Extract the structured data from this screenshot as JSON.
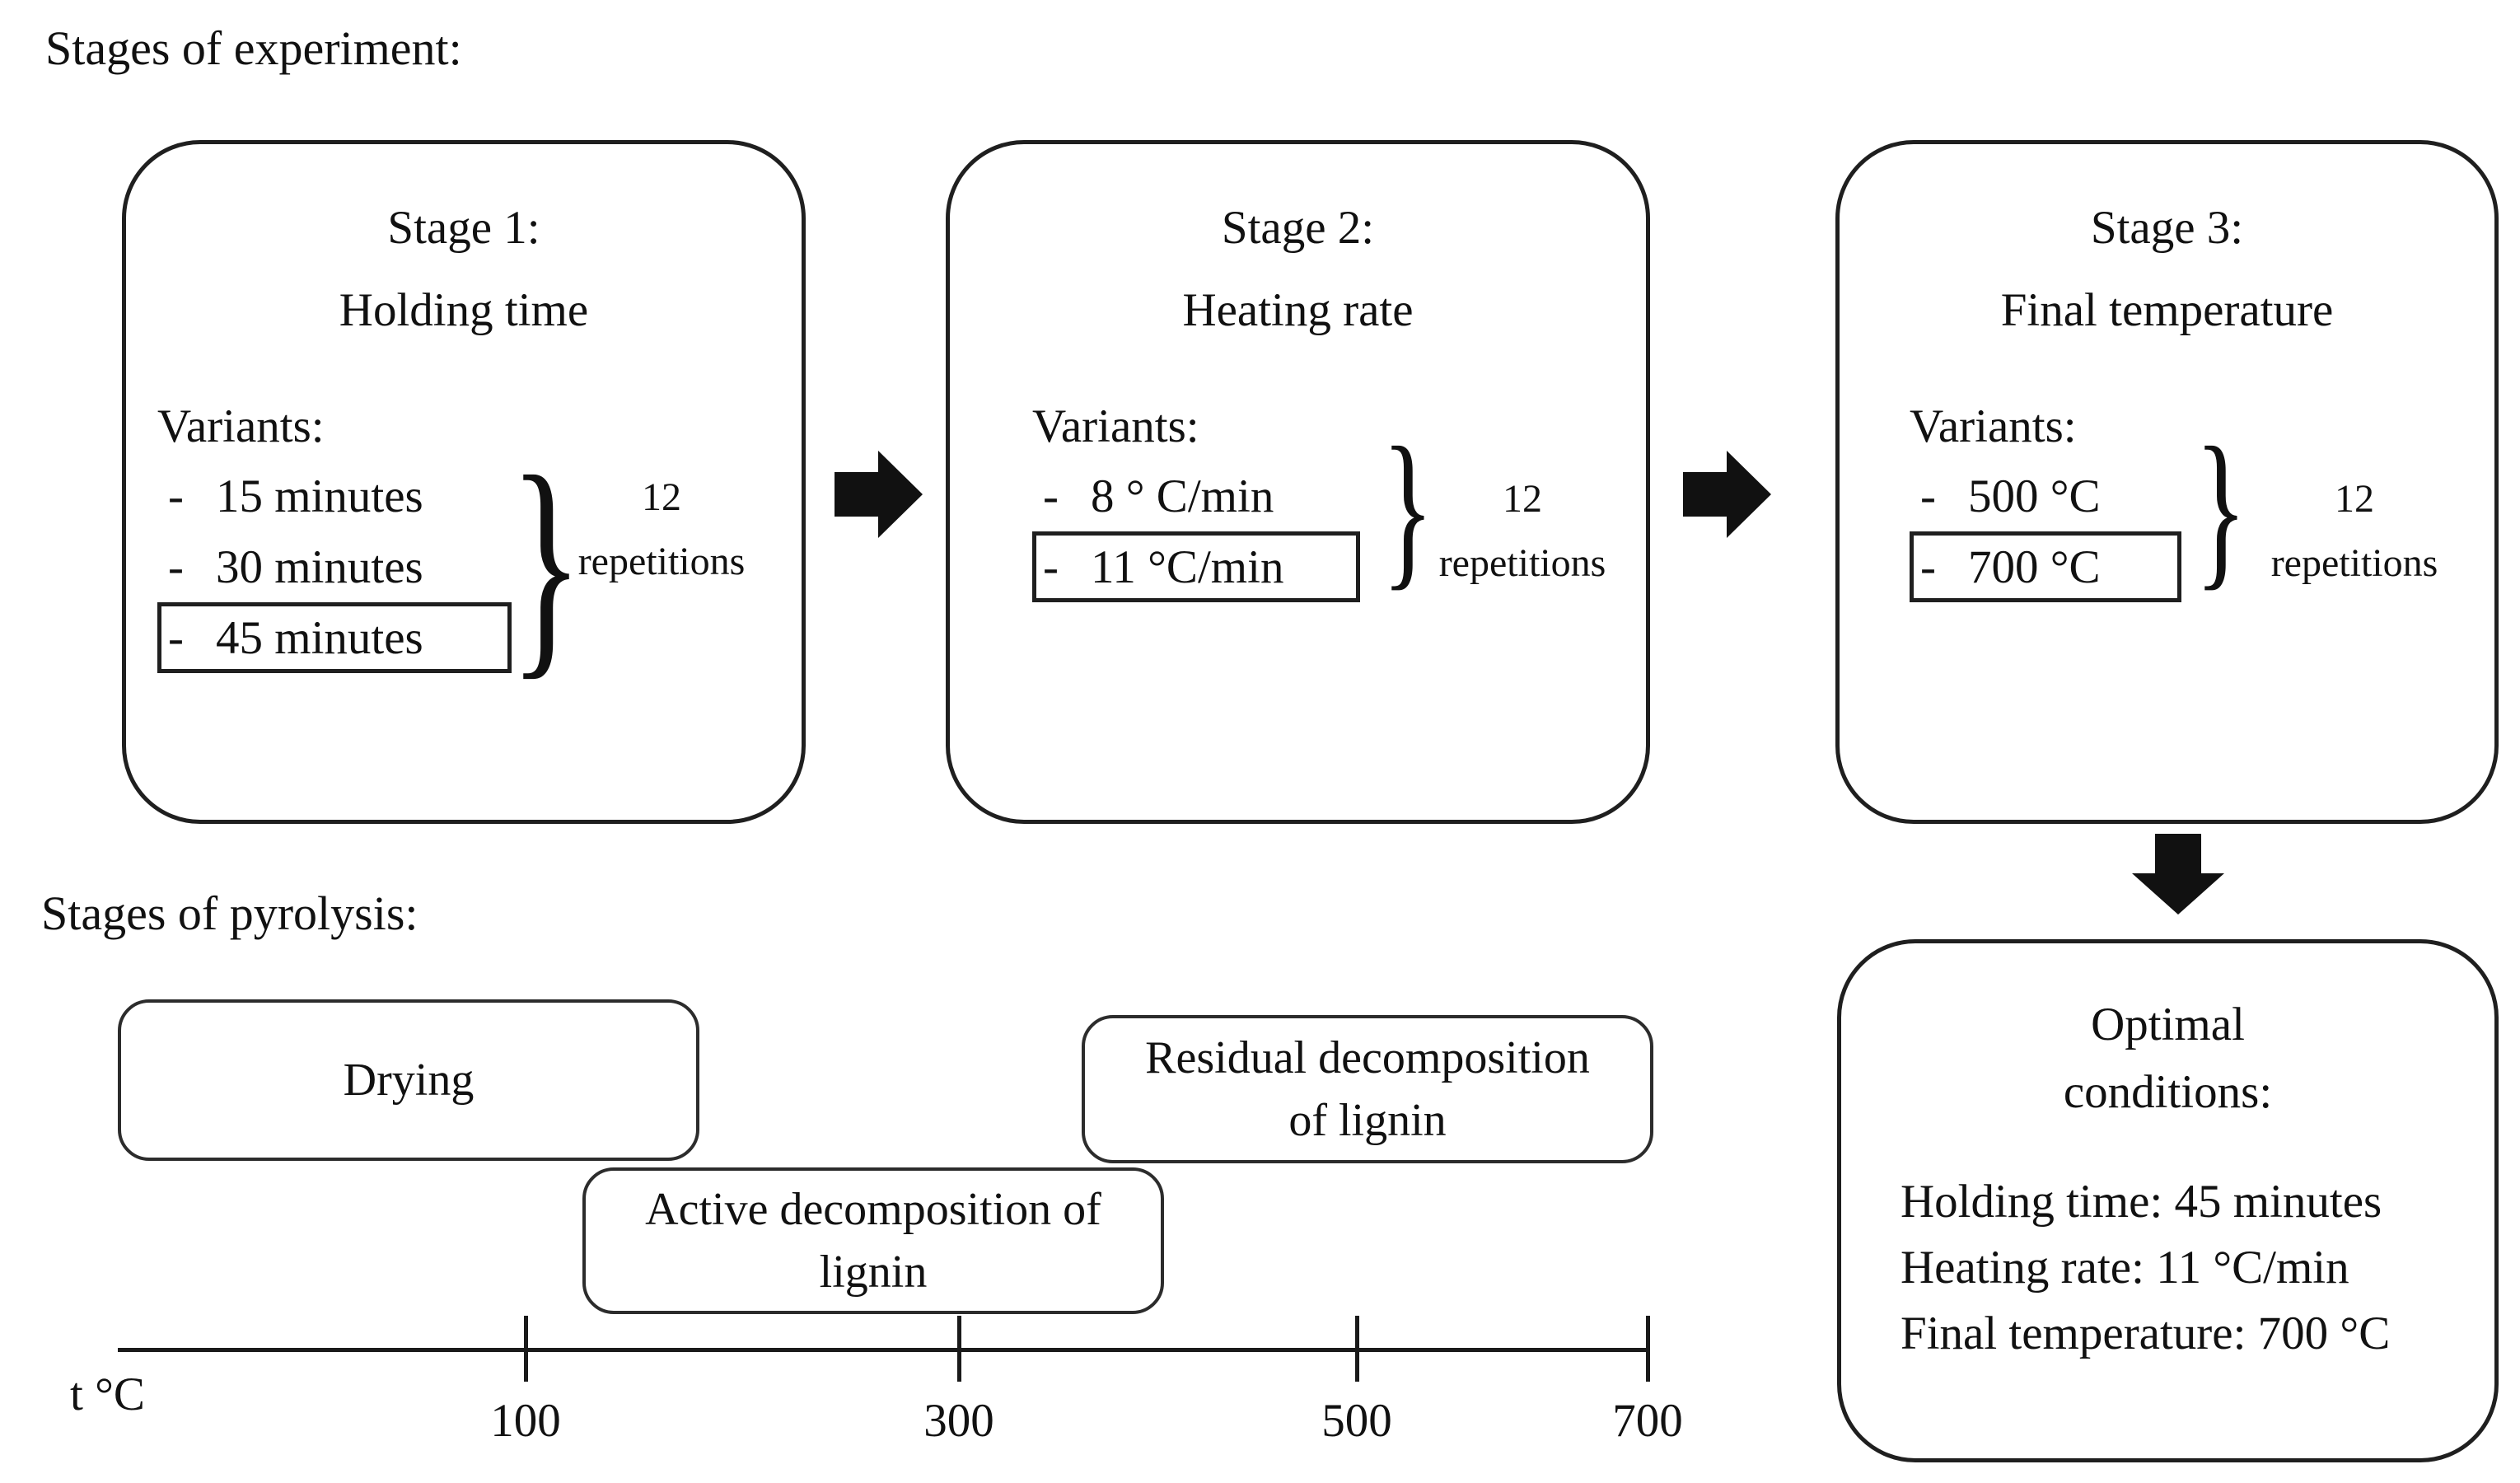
{
  "ui": {
    "bullet": "-",
    "brace": "}"
  },
  "titles": {
    "experiment": "Stages of experiment:",
    "pyrolysis": "Stages of pyrolysis:"
  },
  "stages": [
    {
      "title_line1": "Stage 1:",
      "title_line2": "Holding time",
      "variants_label": "Variants:",
      "variants": [
        {
          "label": "15 minutes",
          "selected": false
        },
        {
          "label": "30 minutes",
          "selected": false
        },
        {
          "label": "45 minutes",
          "selected": true
        }
      ],
      "repetitions": {
        "count": "12",
        "label": "repetitions"
      }
    },
    {
      "title_line1": "Stage 2:",
      "title_line2": "Heating rate",
      "variants_label": "Variants:",
      "variants": [
        {
          "label": "8 ° C/min",
          "selected": false
        },
        {
          "label": "11 °C/min",
          "selected": true
        }
      ],
      "repetitions": {
        "count": "12",
        "label": "repetitions"
      }
    },
    {
      "title_line1": "Stage 3:",
      "title_line2": "Final temperature",
      "variants_label": "Variants:",
      "variants": [
        {
          "label": "500 °C",
          "selected": false
        },
        {
          "label": "700 °C",
          "selected": true
        }
      ],
      "repetitions": {
        "count": "12",
        "label": "repetitions"
      }
    }
  ],
  "optimal": {
    "title_line1": "Optimal",
    "title_line2": "conditions:",
    "lines": [
      "Holding time: 45 minutes",
      "Heating rate: 11 °C/min",
      "Final temperature: 700 °C"
    ]
  },
  "pyrolysis": {
    "boxes": [
      {
        "line1": "Drying",
        "line2": ""
      },
      {
        "line1": "Active decomposition of",
        "line2": "lignin"
      },
      {
        "line1": "Residual decomposition",
        "line2": "of lignin"
      }
    ],
    "axis": {
      "unit": "t °C",
      "ticks": [
        "100",
        "300",
        "500",
        "700"
      ]
    }
  }
}
